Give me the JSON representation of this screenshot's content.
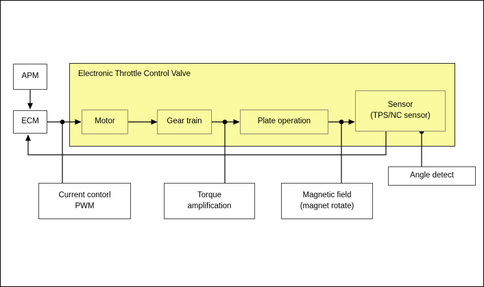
{
  "diagram": {
    "title": "Electronic Throttle Control Valve",
    "colors": {
      "panel_fill": "#fafaa0",
      "panel_border": "#2b2b2b",
      "inner_box_border": "#8c8c6b",
      "white_box_border": "#4a4a4a",
      "line": "#000000",
      "page_border": "#000000"
    },
    "left_nodes": [
      {
        "id": "apm",
        "label": "APM"
      },
      {
        "id": "ecm",
        "label": "ECM"
      }
    ],
    "panel": {
      "label": "Electronic Throttle Control Valve",
      "stages": [
        {
          "id": "motor",
          "label": "Motor"
        },
        {
          "id": "gear-train",
          "label": "Gear train"
        },
        {
          "id": "plate-operation",
          "label": "Plate operation"
        },
        {
          "id": "sensor",
          "label": "Sensor\n(TPS/NC sensor)"
        }
      ]
    },
    "annotations": [
      {
        "id": "current-control-pwm",
        "label": "Current contorl\nPWM"
      },
      {
        "id": "torque-amplification",
        "label": "Torque\namplification"
      },
      {
        "id": "magnetic-field",
        "label": "Magnetic field\n(magnet rotate)"
      },
      {
        "id": "angle-detect",
        "label": "Angle detect"
      }
    ]
  }
}
